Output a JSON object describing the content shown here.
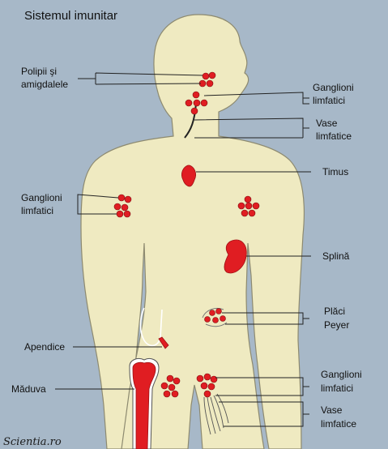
{
  "title": "Sistemul imunitar",
  "watermark": "Scientia.ro",
  "labels": {
    "polipi_line1": "Polipii şi",
    "polipi_line2": "amigdalele",
    "ganglioni_neck_1": "Ganglioni",
    "ganglioni_neck_2": "limfatici",
    "vase_neck_1": "Vase",
    "vase_neck_2": "limfatice",
    "timus": "Timus",
    "ganglioni_arm_1": "Ganglioni",
    "ganglioni_arm_2": "limfatici",
    "splina": "Splină",
    "placi_1": "Plăci",
    "placi_2": "Peyer",
    "apendice": "Apendice",
    "maduva": "Măduva",
    "ganglioni_groin_1": "Ganglioni",
    "ganglioni_groin_2": "limfatici",
    "vase_leg_1": "Vase",
    "vase_leg_2": "limfatice"
  },
  "colors": {
    "background": "#a7b8c8",
    "body": "#efeac1",
    "organ": "#e01d22"
  }
}
